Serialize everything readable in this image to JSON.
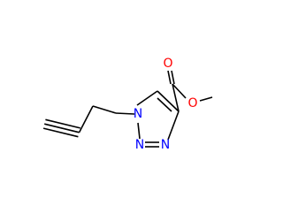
{
  "molecule": {
    "atoms": {
      "n1": {
        "symbol": "N",
        "color": "#0000ff"
      },
      "n2": {
        "symbol": "N",
        "color": "#0000ff"
      },
      "n3": {
        "symbol": "N",
        "color": "#0000ff"
      },
      "o_carbonyl": {
        "symbol": "O",
        "color": "#ff0000"
      },
      "o_ester": {
        "symbol": "O",
        "color": "#ff0000"
      }
    },
    "colors": {
      "bond": "#000000",
      "background": "#ffffff"
    }
  }
}
